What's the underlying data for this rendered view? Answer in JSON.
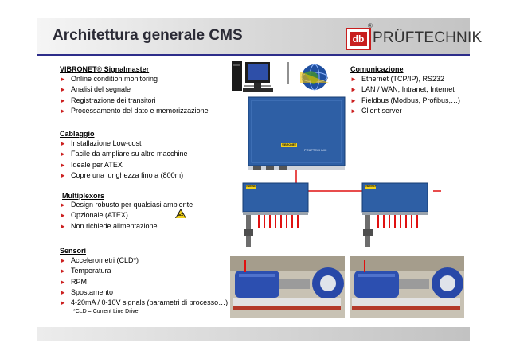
{
  "title": "Architettura generale CMS",
  "brand": {
    "name": "PRÜFTECHNIK",
    "registered": "®",
    "logo_text": "db"
  },
  "sections": {
    "vibronet": {
      "title": "VIBRONET® Signalmaster",
      "items": [
        "Online condition monitoring",
        "Analisi del segnale",
        "Registrazione dei transitori",
        "Processamento del dato e memorizzazione"
      ]
    },
    "cablaggio": {
      "title": "Cablaggio",
      "items": [
        "Installazione Low-cost",
        "Facile da ampliare su altre macchine",
        "Ideale per  ATEX",
        "Copre una lunghezza fino a (800m)"
      ]
    },
    "multiplexors": {
      "title": "Multiplexors",
      "items": [
        "Design robusto per qualsiasi ambiente",
        "Opzionale (ATEX)",
        "Non richiede alimentazione"
      ],
      "ex_symbol": "Ex"
    },
    "sensori": {
      "title": "Sensori",
      "items": [
        "Accelerometri  (CLD*)",
        "Temperatura",
        "RPM",
        "Spostamento",
        "4-20mA / 0-10V signals (parametri di processo…)"
      ],
      "note": "*CLD = Current Line Drive"
    },
    "comunicazione": {
      "title": "Comunicazione",
      "items": [
        "Ethernet (TCP/IP), RS232",
        "LAN / WAN, Intranet, Internet",
        "Fieldbus (Modbus, Profibus,…)",
        "Client server"
      ]
    }
  },
  "device_labels": {
    "cabinet_badge": "VIBRONET",
    "cabinet_brand": "PRÜFTECHNIK",
    "mux_label": "VIBRONET"
  },
  "colors": {
    "accent": "#cc2020",
    "title_text": "#2b2b36",
    "cabinet_blue": "#2e5fa5",
    "header_line": "#2d2d8a"
  }
}
